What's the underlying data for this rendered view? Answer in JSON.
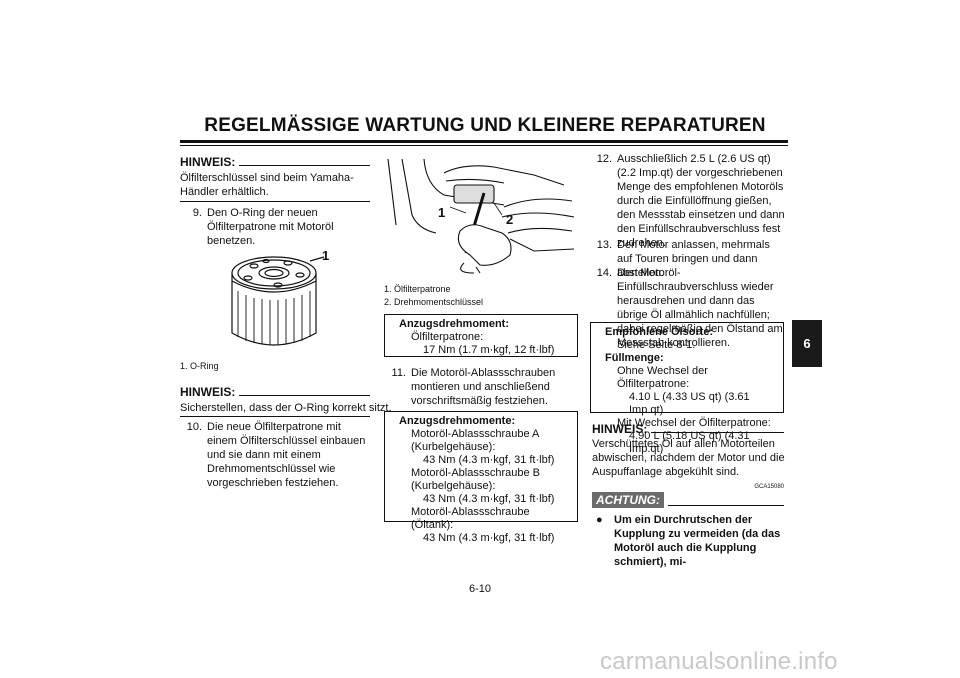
{
  "title": "REGELMÄSSIGE WARTUNG UND KLEINERE REPARATUREN",
  "left_column": {
    "hinweis1_label": "HINWEIS:",
    "hinweis1_text": "Ölfilterschlüssel sind beim Yamaha-Händler erhältlich.",
    "step9_num": "9.",
    "step9_text": "Den O-Ring der neuen Ölfilterpatrone mit Motoröl benetzen.",
    "figure_callout": "1",
    "figure_caption": "1. O-Ring",
    "hinweis2_label": "HINWEIS:",
    "hinweis2_text": "Sicherstellen, dass der O-Ring korrekt sitzt.",
    "step10_num": "10.",
    "step10_text": "Die neue Ölfilterpatrone mit einem Ölfilterschlüssel einbauen und sie dann mit einem Drehmomentschlüssel wie vorgeschrieben festziehen."
  },
  "middle_column": {
    "callout1": "1",
    "callout2": "2",
    "caption1": "1. Ölfilterpatrone",
    "caption2": "2. Drehmomentschlüssel",
    "box1_heading": "Anzugsdrehmoment:",
    "box1_line1": "Ölfilterpatrone:",
    "box1_line2": "17 Nm (1.7 m·kgf, 12 ft·lbf)",
    "step11_num": "11.",
    "step11_text": "Die Motoröl-Ablassschrauben montieren und anschließend vorschriftsmäßig festziehen.",
    "box2_heading": "Anzugsdrehmomente:",
    "box2_line1": "Motoröl-Ablassschraube A (Kurbelgehäuse):",
    "box2_line2": "43 Nm (4.3 m·kgf, 31 ft·lbf)",
    "box2_line3": "Motoröl-Ablassschraube B (Kurbelgehäuse):",
    "box2_line4": "43 Nm (4.3 m·kgf, 31 ft·lbf)",
    "box2_line5": "Motoröl-Ablassschraube (Öltank):",
    "box2_line6": "43 Nm (4.3 m·kgf, 31 ft·lbf)"
  },
  "right_column": {
    "step12_num": "12.",
    "step12_text": "Ausschließlich 2.5 L (2.6 US qt) (2.2 Imp.qt) der vorgeschriebenen Menge des empfohlenen Motoröls durch die Einfüllöffnung gießen, den Messstab einsetzen und dann den Einfüllschraubverschluss fest zudrehen.",
    "step13_num": "13.",
    "step13_text": "Den Motor anlassen, mehrmals auf Touren bringen und dann abstellen.",
    "step14_num": "14.",
    "step14_text": "Den Motoröl-Einfüllschraubverschluss wieder herausdrehen und dann das übrige Öl allmählich nachfüllen; dabei regelmäßig den Ölstand am Messstab kontrollieren.",
    "box_heading1": "Empfohlene Ölsorte:",
    "box_line1": "Siehe Seite 8-1.",
    "box_heading2": "Füllmenge:",
    "box_line2": "Ohne Wechsel der Ölfilterpatrone:",
    "box_line3": "4.10 L (4.33 US qt) (3.61 Imp.qt)",
    "box_line4": "Mit Wechsel der Ölfilterpatrone:",
    "box_line5": "4.90 L (5.18 US qt) (4.31 Imp.qt)",
    "hinweis_label": "HINWEIS:",
    "hinweis_text": "Verschüttetes Öl auf allen Motorteilen abwischen, nachdem der Motor und die Auspuffanlage abgekühlt sind.",
    "code": "GCA15080",
    "achtung_label": "ACHTUNG:",
    "bullet_text": "Um ein Durchrutschen der Kupplung zu vermeiden (da das Motoröl auch die Kupplung schmiert), mi-"
  },
  "chapter_tab": "6",
  "page_number": "6-10",
  "watermark": "carmanualsonline.info"
}
